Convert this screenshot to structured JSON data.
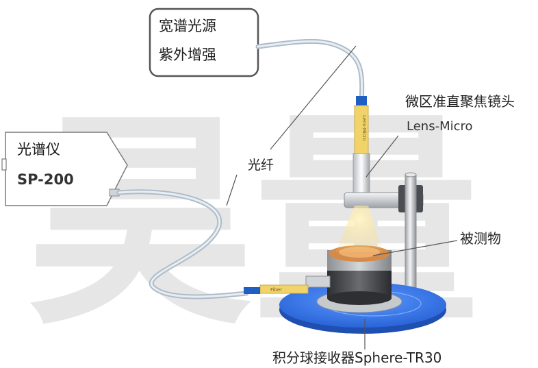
{
  "light_source": {
    "line1": "宽谱光源",
    "line2": "紫外增强"
  },
  "spectrometer": {
    "line1": "光谱仪",
    "line2": "SP-200"
  },
  "fiber_label": "光纤",
  "lens": {
    "name_cn": "微区准直聚焦镜头",
    "name_en": "Lens-Micro",
    "barrel_text": "Lens-Micro"
  },
  "sample_label": "被测物",
  "integrating_sphere_label": "积分球接收器Sphere-TR30",
  "connector_text": "Fiber",
  "watermark_text": "昊量",
  "colors": {
    "watermark": "#e6e6e6",
    "base_blue": "#3d7ff0",
    "fiber": "#c9d6e0",
    "ferrule_yellow": "#f2d36a",
    "ferrule_blue": "#1f5fc4"
  }
}
